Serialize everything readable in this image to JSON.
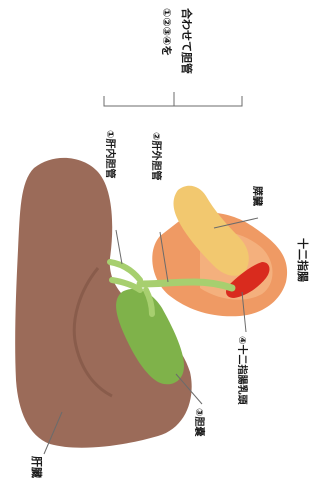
{
  "labels": {
    "top_note_line1": "①②③④を",
    "top_note_line2": "合わせて胆管",
    "intrahepatic_duct": "①肝内胆管",
    "extrahepatic_duct": "②肝外胆管",
    "pancreas": "膵臓",
    "duodenum": "十二指腸",
    "ampulla": "④十二指腸乳頭",
    "gallbladder": "③胆嚢",
    "liver": "肝臓"
  },
  "colors": {
    "liver": "#9b6b59",
    "liver_shade": "#7d5243",
    "gallbladder": "#7fb24a",
    "bile_duct": "#a7cf6f",
    "pancreas": "#f2c86f",
    "duodenum": "#ef9a64",
    "ampulla": "#d92b1e",
    "line": "#6b6b6b"
  }
}
